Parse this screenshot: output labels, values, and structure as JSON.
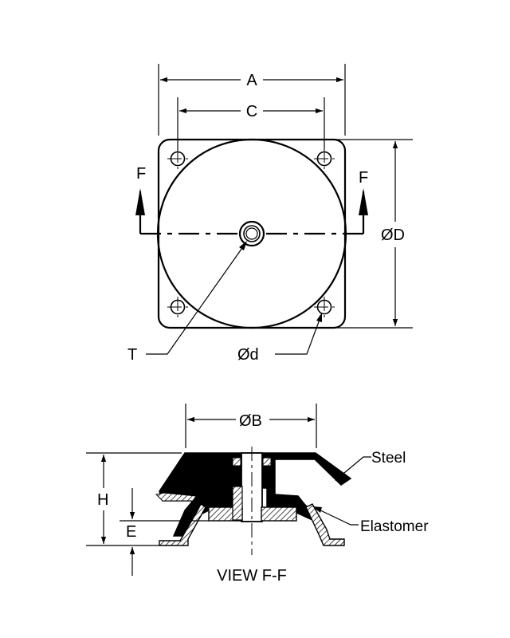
{
  "top_view": {
    "dim_A": "A",
    "dim_C": "C",
    "dim_D": "ØD",
    "section_left": "F",
    "section_right": "F",
    "callout_T": "T",
    "callout_d": "Ød"
  },
  "section_view": {
    "dim_B": "ØB",
    "dim_H": "H",
    "dim_E": "E",
    "callout_steel": "Steel",
    "callout_elastomer": "Elastomer",
    "caption": "VIEW F-F"
  }
}
